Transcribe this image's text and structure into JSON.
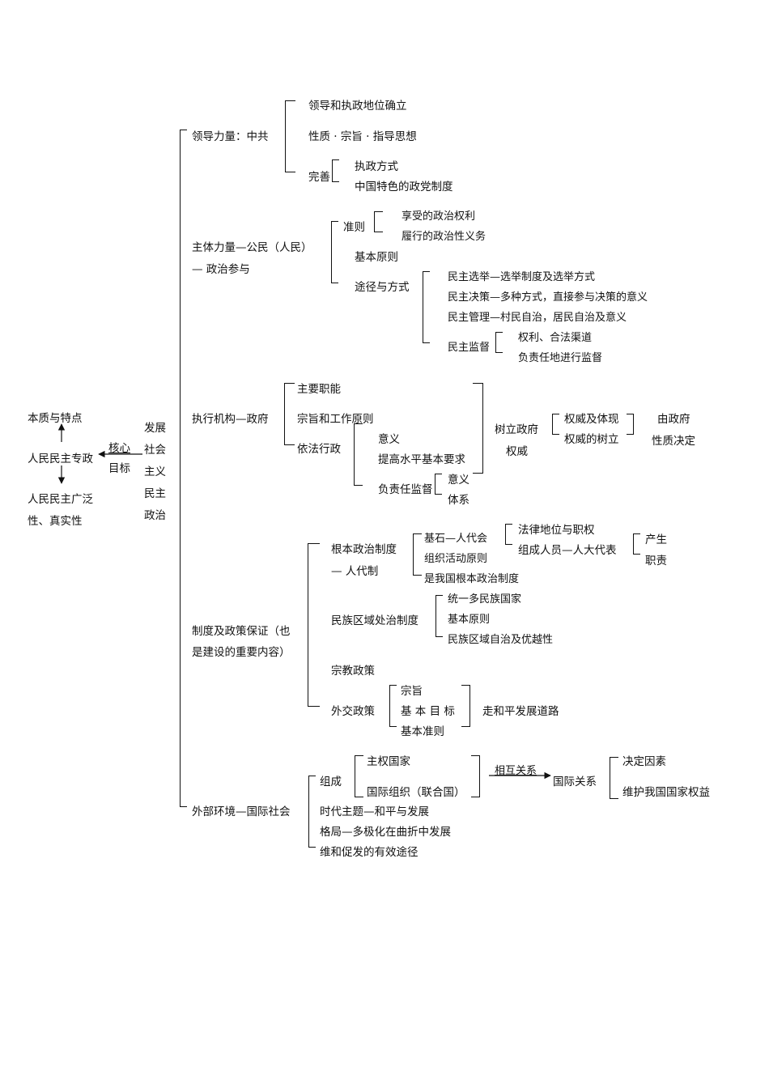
{
  "left": {
    "essence": "本质与特点",
    "core_node": "人民民主专政",
    "breadth": [
      "人民民主广泛",
      "性、真实性"
    ],
    "core_label": "核心",
    "goal_label": "目标",
    "root": [
      "发展",
      "社会",
      "主义",
      "民主",
      "政治"
    ]
  },
  "leadership": {
    "title": "领导力量：中共",
    "items": [
      "领导和执政地位确立",
      "性质 · 宗旨 · 指导思想"
    ],
    "improve": "完善",
    "improve_items": [
      "执政方式",
      "中国特色的政党制度"
    ]
  },
  "citizen": {
    "title_1": "主体力量—公民（人民）",
    "title_2": "— 政治参与",
    "principle": "准则",
    "principle_items": [
      "享受的政治权利",
      "履行的政治性义务"
    ],
    "basic_principle": "基本原则",
    "ways": "途径与方式",
    "ways_items": [
      "民主选举—选举制度及选举方式",
      "民主决策—多种方式，直接参与决策的意义",
      "民主管理—村民自治，居民自治及意义"
    ],
    "supervision": "民主监督",
    "supervision_items": [
      "权利、合法渠道",
      "负责任地进行监督"
    ]
  },
  "government": {
    "title": "执行机构—政府",
    "functions": "主要职能",
    "principles": "宗旨和工作原则",
    "lawful": "依法行政",
    "lawful_items": [
      "意义",
      "提高水平基本要求"
    ],
    "supervised": "负责任监督",
    "supervised_items": [
      "意义",
      "体系"
    ],
    "authority_1": "树立政府",
    "authority_2": "权威",
    "authority_items": [
      "权威及体现",
      "权威的树立"
    ],
    "nature_1": "由政府",
    "nature_2": "性质决定"
  },
  "system": {
    "title_1": "制度及政策保证（也",
    "title_2": "是建设的重要内容）",
    "npc_1": "根本政治制度",
    "npc_2": "— 人代制",
    "npc_items": [
      "基石—人代会",
      "组织活动原则",
      "是我国根本政治制度"
    ],
    "npc_sub": [
      "法律地位与职权",
      "组成人员—人大代表"
    ],
    "deputy_items": [
      "产生",
      "职责"
    ],
    "ethnic": "民族区域处治制度",
    "ethnic_items": [
      "统一多民族国家",
      "基本原则",
      "民族区域自治及优越性"
    ],
    "religion": "宗教政策",
    "foreign": "外交政策",
    "foreign_items": [
      "宗旨",
      "基 本 目 标",
      "基本准则"
    ],
    "peace_road": "走和平发展道路"
  },
  "external": {
    "title": "外部环境—国际社会",
    "composition": "组成",
    "composition_items": [
      "主权国家",
      "国际组织（联合国）"
    ],
    "mutual": "相互关系",
    "relations": "国际关系",
    "relations_items": [
      "决定因素",
      "维护我国国家权益"
    ],
    "theme": "时代主题—和平与发展",
    "pattern": "格局—多极化在曲折中发展",
    "peacekeeping": "维和促发的有效途径"
  }
}
